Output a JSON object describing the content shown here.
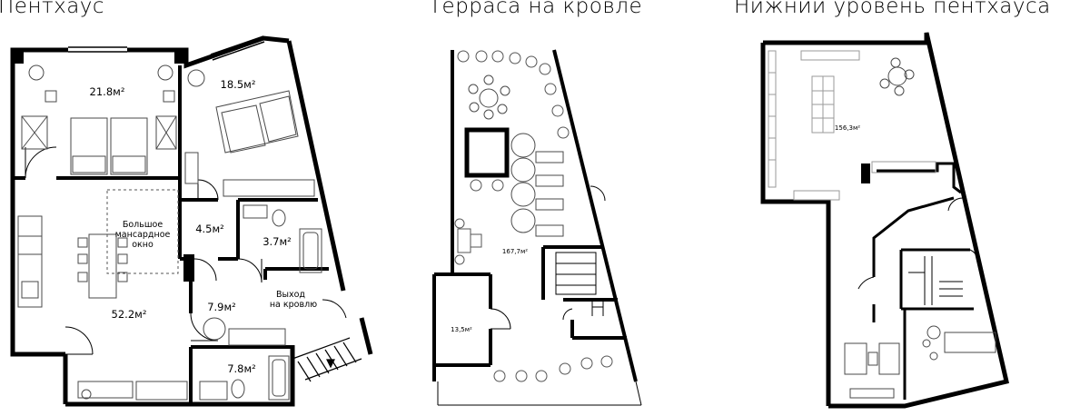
{
  "titles": {
    "penthouse": "Пентхаус",
    "roof": "Терраса на кровле",
    "lower": "Нижний уровень пентхауса"
  },
  "penthouse": {
    "room_bedroom_1": "21.8м²",
    "room_bedroom_2": "18.5м²",
    "room_hall": "4.5м²",
    "room_bath_1": "3.7м²",
    "room_living": "52.2м²",
    "room_hall_2": "7.9м²",
    "room_bath_2": "7.8м²",
    "skylight_line1": "Большое",
    "skylight_line2": "мансардное",
    "skylight_line3": "окно",
    "exit_line1": "Выход",
    "exit_line2": "на кровлю"
  },
  "roof": {
    "area_terrace": "167,7м²",
    "area_room": "13,5м²"
  },
  "lower": {
    "area_main": "156,3м²"
  },
  "colors": {
    "wall": "#000000",
    "furniture": "#4a4a4a",
    "grid": "#9a9a9a"
  }
}
